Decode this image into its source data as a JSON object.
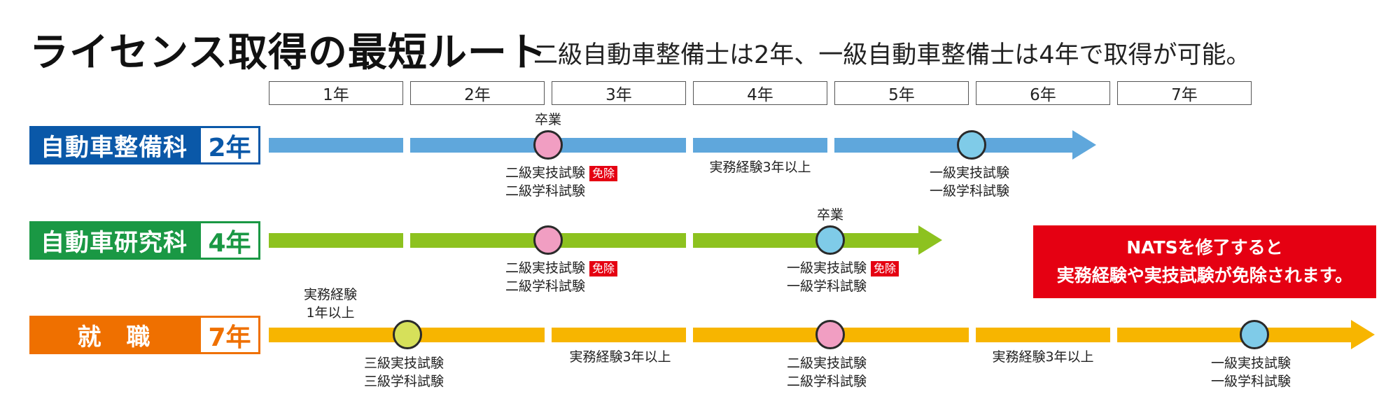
{
  "title": "ライセンス取得の最短ルート",
  "subtitle": "二級自動車整備士は2年、一級自動車整備士は4年で取得が可能。",
  "years": [
    "1年",
    "2年",
    "3年",
    "4年",
    "5年",
    "6年",
    "7年"
  ],
  "colors": {
    "blue": "#5fa7dc",
    "green": "#8dc21f",
    "yellow": "#f7b500",
    "blue_course": "#0a58a8",
    "green_course": "#1a9844",
    "orange_course": "#ef7000",
    "pink_node": "#f19ec2",
    "cyan_node": "#7fcbe8",
    "lime_node": "#d6e05a",
    "red": "#e50012"
  },
  "courses": {
    "maintenance": {
      "name": "自動車整備科",
      "years": "2年",
      "graduation": "卒業",
      "exam_2nd_practical": "二級実技試験",
      "exam_2nd_written": "二級学科試験",
      "exempt": "免除",
      "experience": "実務経験3年以上",
      "exam_1st_practical": "一級実技試験",
      "exam_1st_written": "一級学科試験"
    },
    "research": {
      "name": "自動車研究科",
      "years": "4年",
      "graduation": "卒業",
      "exam_2nd_practical": "二級実技試験",
      "exam_2nd_written": "二級学科試験",
      "exempt_2nd": "免除",
      "exam_1st_practical": "一級実技試験",
      "exam_1st_written": "一級学科試験",
      "exempt_1st": "免除"
    },
    "employment": {
      "name": "就　職",
      "years": "7年",
      "experience_1yr_line1": "実務経験",
      "experience_1yr_line2": "1年以上",
      "exam_3rd_practical": "三級実技試験",
      "exam_3rd_written": "三級学科試験",
      "experience_a": "実務経験3年以上",
      "exam_2nd_practical": "二級実技試験",
      "exam_2nd_written": "二級学科試験",
      "experience_b": "実務経験3年以上",
      "exam_1st_practical": "一級実技試験",
      "exam_1st_written": "一級学科試験"
    }
  },
  "nats_box": {
    "line1": "NATSを修了すると",
    "line2": "実務経験や実技試験が免除されます。"
  }
}
